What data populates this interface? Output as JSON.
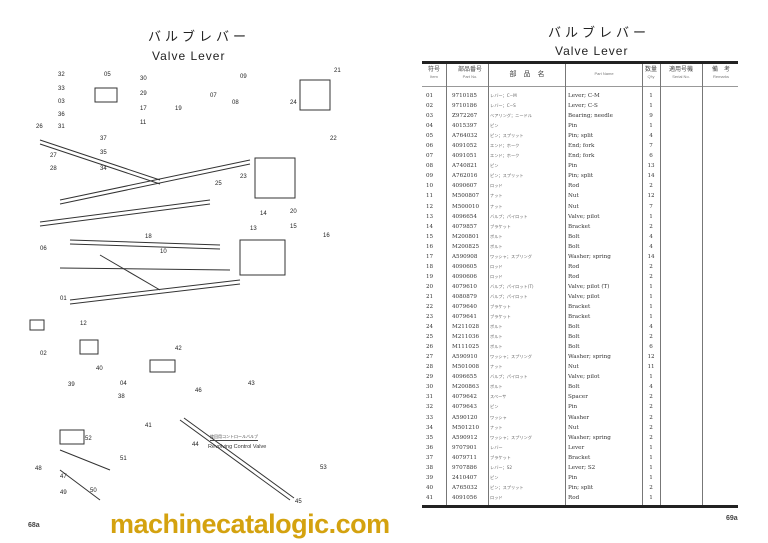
{
  "left_page": {
    "title_jp": "バルブレバー",
    "title_en": "Valve Lever",
    "page_number": "68a",
    "annotation_jp": "旋回用コントロールバルブ",
    "annotation_en": "Revolving Control Valve",
    "callouts": [
      "32",
      "05",
      "30",
      "33",
      "29",
      "03",
      "17",
      "36",
      "11",
      "26",
      "31",
      "37",
      "35",
      "27",
      "34",
      "28",
      "09",
      "07",
      "08",
      "24",
      "19",
      "21",
      "22",
      "20",
      "14",
      "15",
      "18",
      "16",
      "10",
      "06",
      "01",
      "12",
      "25",
      "23",
      "04",
      "39",
      "38",
      "40",
      "02",
      "42",
      "43",
      "44",
      "46",
      "45",
      "47",
      "48",
      "49",
      "50",
      "51",
      "52",
      "53",
      "41",
      "13"
    ]
  },
  "right_page": {
    "title_jp": "バルブレバー",
    "title_en": "Valve Lever",
    "page_number": "69a"
  },
  "table": {
    "headers": [
      {
        "jp": "符号",
        "en": "Item"
      },
      {
        "jp": "部品番号",
        "en": "Part No."
      },
      {
        "jp": "部　品　名",
        "en": ""
      },
      {
        "jp": "",
        "en": "Part Name"
      },
      {
        "jp": "数量",
        "en": "Q'ty"
      },
      {
        "jp": "適用号機",
        "en": "Serial No."
      },
      {
        "jp": "備　考",
        "en": "Remarks"
      }
    ],
    "rows": [
      [
        "01",
        "9710185",
        "レバー；C−M",
        "Lever; C-M",
        "1"
      ],
      [
        "02",
        "9710186",
        "レバー；C−S",
        "Lever; C-S",
        "1"
      ],
      [
        "03",
        "Z972267",
        "ベアリング；ニードル",
        "Bearing; needle",
        "9"
      ],
      [
        "04",
        "4015397",
        "ピン",
        "Pin",
        "1"
      ],
      [
        "05",
        "A764032",
        "ピン；スプリット",
        "Pin; split",
        "4"
      ],
      [
        "06",
        "4091052",
        "エンド；ホーク",
        "End; fork",
        "7"
      ],
      [
        "07",
        "4091051",
        "エンド；ホーク",
        "End; fork",
        "6"
      ],
      [
        "08",
        "A740821",
        "ピン",
        "Pin",
        "13"
      ],
      [
        "09",
        "A762016",
        "ピン；スプリット",
        "Pin; split",
        "14"
      ],
      [
        "10",
        "4090607",
        "ロッド",
        "Rod",
        "2"
      ],
      [
        "11",
        "M500807",
        "ナット",
        "Nut",
        "12"
      ],
      [
        "12",
        "M500010",
        "ナット",
        "Nut",
        "7"
      ],
      [
        "13",
        "4096654",
        "バルブ；パイロット",
        "Valve; pilot",
        "1"
      ],
      [
        "14",
        "4079857",
        "ブラケット",
        "Bracket",
        "2"
      ],
      [
        "15",
        "M200801",
        "ボルト",
        "Bolt",
        "4"
      ],
      [
        "16",
        "M200825",
        "ボルト",
        "Bolt",
        "4"
      ],
      [
        "17",
        "A590908",
        "ワッシャ；スプリング",
        "Washer; spring",
        "14"
      ],
      [
        "18",
        "4090605",
        "ロッド",
        "Rod",
        "2"
      ],
      [
        "19",
        "4090606",
        "ロッド",
        "Rod",
        "2"
      ],
      [
        "20",
        "4079610",
        "バルブ；パイロット(T)",
        "Valve; pilot (T)",
        "1"
      ],
      [
        "21",
        "4080879",
        "バルブ；パイロット",
        "Valve; pilot",
        "1"
      ],
      [
        "22",
        "4079640",
        "ブラケット",
        "Bracket",
        "1"
      ],
      [
        "23",
        "4079641",
        "ブラケット",
        "Bracket",
        "1"
      ],
      [
        "24",
        "M211028",
        "ボルト",
        "Bolt",
        "4"
      ],
      [
        "25",
        "M211036",
        "ボルト",
        "Bolt",
        "2"
      ],
      [
        "26",
        "M111025",
        "ボルト",
        "Bolt",
        "6"
      ],
      [
        "27",
        "A590910",
        "ワッシャ；スプリング",
        "Washer; spring",
        "12"
      ],
      [
        "28",
        "M501008",
        "ナット",
        "Nut",
        "11"
      ],
      [
        "29",
        "4096655",
        "バルブ；パイロット",
        "Valve; pilot",
        "1"
      ],
      [
        "30",
        "M200863",
        "ボルト",
        "Bolt",
        "4"
      ],
      [
        "31",
        "4079642",
        "スペーサ",
        "Spacer",
        "2"
      ],
      [
        "32",
        "4079643",
        "ピン",
        "Pin",
        "2"
      ],
      [
        "33",
        "A590120",
        "ワッシャ",
        "Washer",
        "2"
      ],
      [
        "34",
        "M501210",
        "ナット",
        "Nut",
        "2"
      ],
      [
        "35",
        "A590912",
        "ワッシャ；スプリング",
        "Washer; spring",
        "2"
      ],
      [
        "36",
        "9707901",
        "レバー",
        "Lever",
        "1"
      ],
      [
        "37",
        "4079711",
        "ブラケット",
        "Bracket",
        "1"
      ],
      [
        "38",
        "9707886",
        "レバー；S2",
        "Lever; S2",
        "1"
      ],
      [
        "39",
        "2410407",
        "ピン",
        "Pin",
        "1"
      ],
      [
        "40",
        "A765032",
        "ピン；スプリット",
        "Pin; split",
        "2"
      ],
      [
        "41",
        "4091056",
        "ロッド",
        "Rod",
        "1"
      ]
    ]
  },
  "watermark": "machinecatalogic.com",
  "colors": {
    "watermark": "#d4a20f",
    "ink": "#222222"
  }
}
